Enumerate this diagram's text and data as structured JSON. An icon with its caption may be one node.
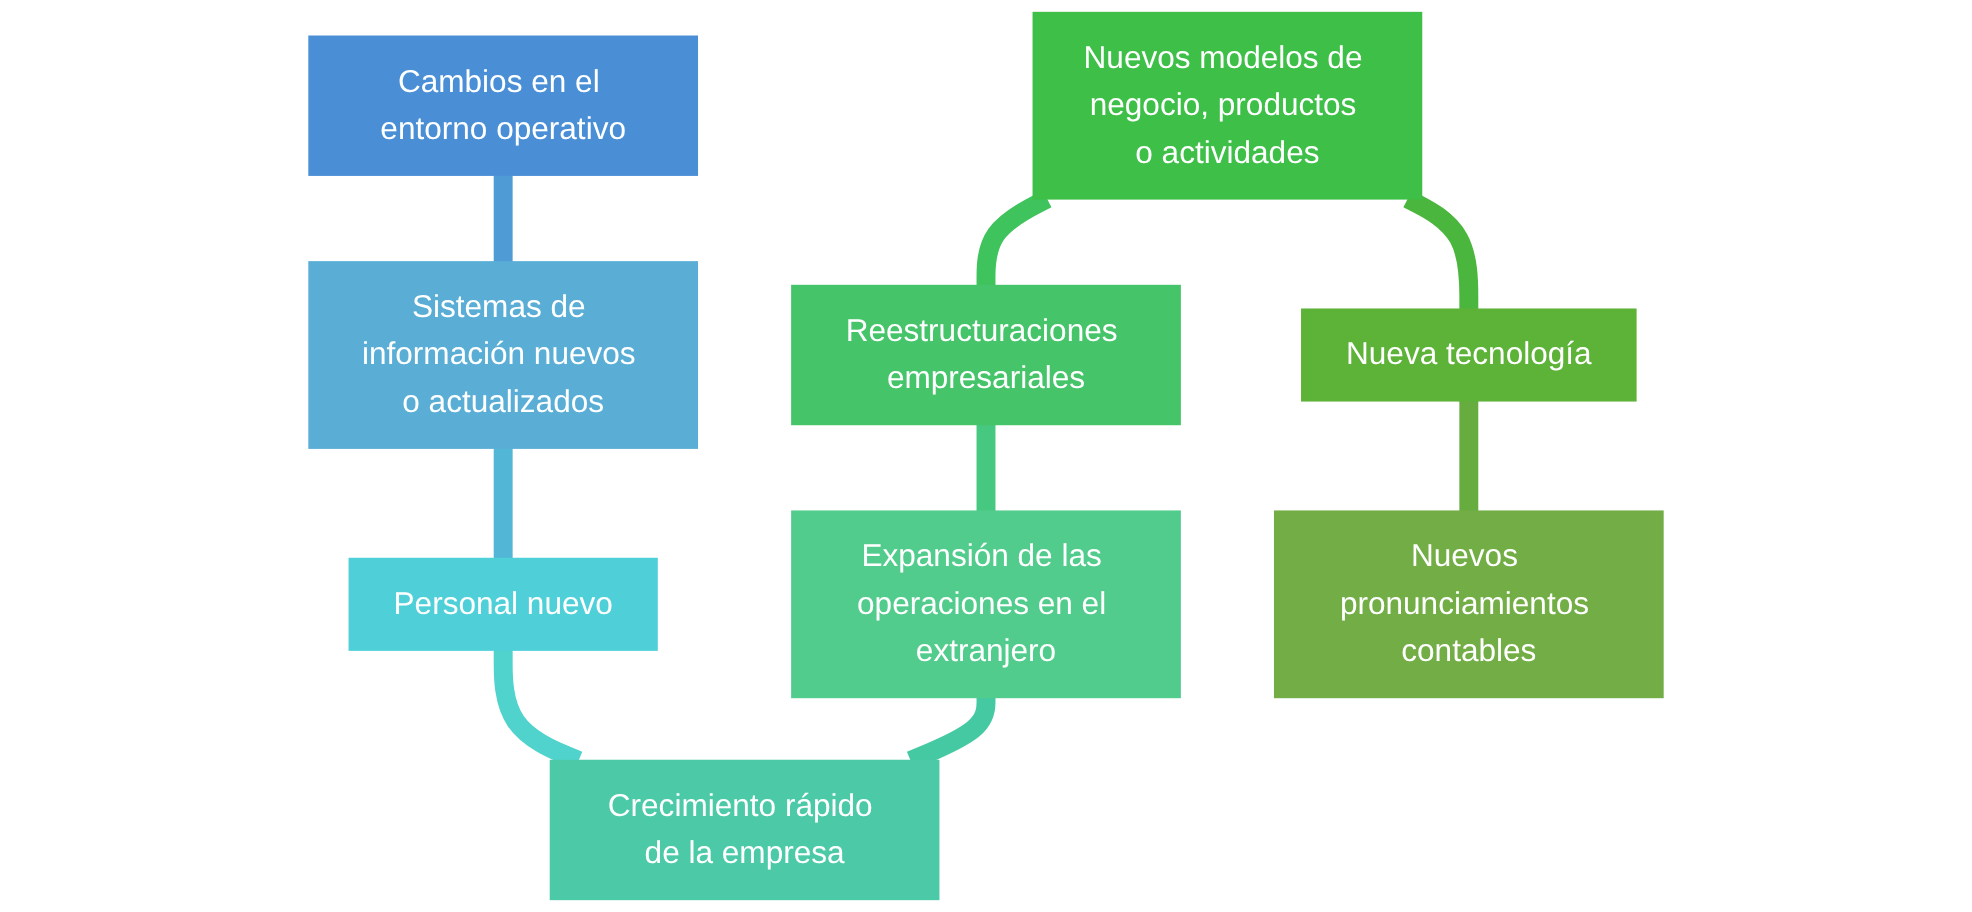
{
  "diagram": {
    "nodes": [
      {
        "text": [
          "Cambios en el entorno operativo"
        ]
      },
      {
        "text": [
          "Sistemas de información nuevos o actualizados"
        ]
      },
      {
        "text": [
          "Personal nuevo"
        ]
      },
      {
        "text": [
          "Crecimiento rápido de la empresa"
        ]
      },
      {
        "text": [
          "Expansión de las operaciones en el extranjero"
        ]
      },
      {
        "text": [
          "Reestructuraciones empresariales"
        ]
      },
      {
        "text": [
          "Nuevos modelos de negocio, productos o actividades"
        ]
      },
      {
        "text": [
          "Nueva tecnología"
        ]
      },
      {
        "text": [
          "Nuevos pronunciamientos contables"
        ]
      }
    ],
    "edges": [
      {
        "from": 0,
        "to": 1,
        "arrow": "none",
        "color": "#4f9bd6"
      },
      {
        "from": 1,
        "to": 2,
        "arrow": "none",
        "color": "#52b6d6"
      },
      {
        "from": 2,
        "to": 3,
        "arrow": "none",
        "color": "#4fd3cc"
      },
      {
        "from": 3,
        "to": 4,
        "arrow": "none",
        "color": "#45c9a3"
      },
      {
        "from": 4,
        "to": 5,
        "arrow": "none",
        "color": "#47c880"
      },
      {
        "from": 5,
        "to": 6,
        "arrow": "none",
        "color": "#3fc35c"
      },
      {
        "from": 6,
        "to": 7,
        "arrow": "none",
        "color": "#4bb63d"
      },
      {
        "from": 7,
        "to": 8,
        "arrow": "none",
        "color": "#66ac3f"
      }
    ]
  }
}
